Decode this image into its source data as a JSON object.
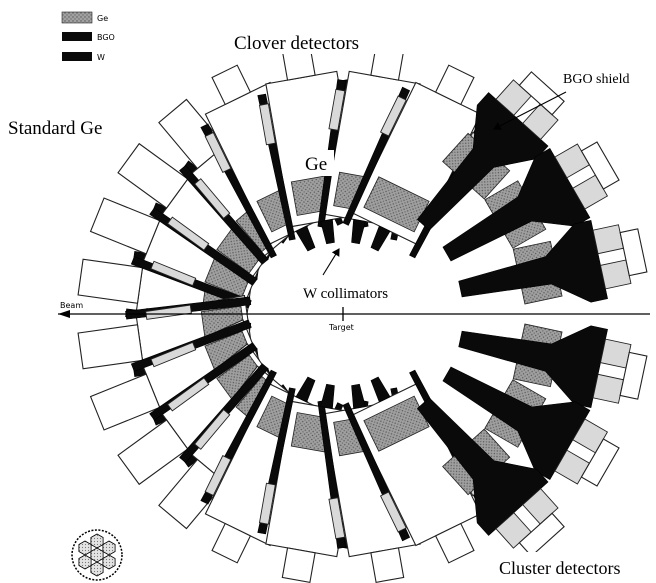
{
  "legend": {
    "items": [
      {
        "label": "Ge",
        "swatch": "hatched-grey"
      },
      {
        "label": "BGO",
        "swatch": "solid-black"
      },
      {
        "label": "W",
        "swatch": "solid-black"
      }
    ]
  },
  "labels": {
    "clover": "Clover detectors",
    "standard": "Standard Ge",
    "ge": "Ge",
    "bgo_shield": "BGO shield",
    "w_collimators": "W collimators",
    "beam": "Beam",
    "target": "Target",
    "cluster": "Cluster detectors"
  },
  "colors": {
    "ge_fill": "#9a9a9a",
    "bgo_fill": "#0a0a0a",
    "outline": "#222222",
    "background": "#ffffff"
  },
  "icons": {
    "cluster_face": "hexagonal-cluster-face-icon"
  }
}
